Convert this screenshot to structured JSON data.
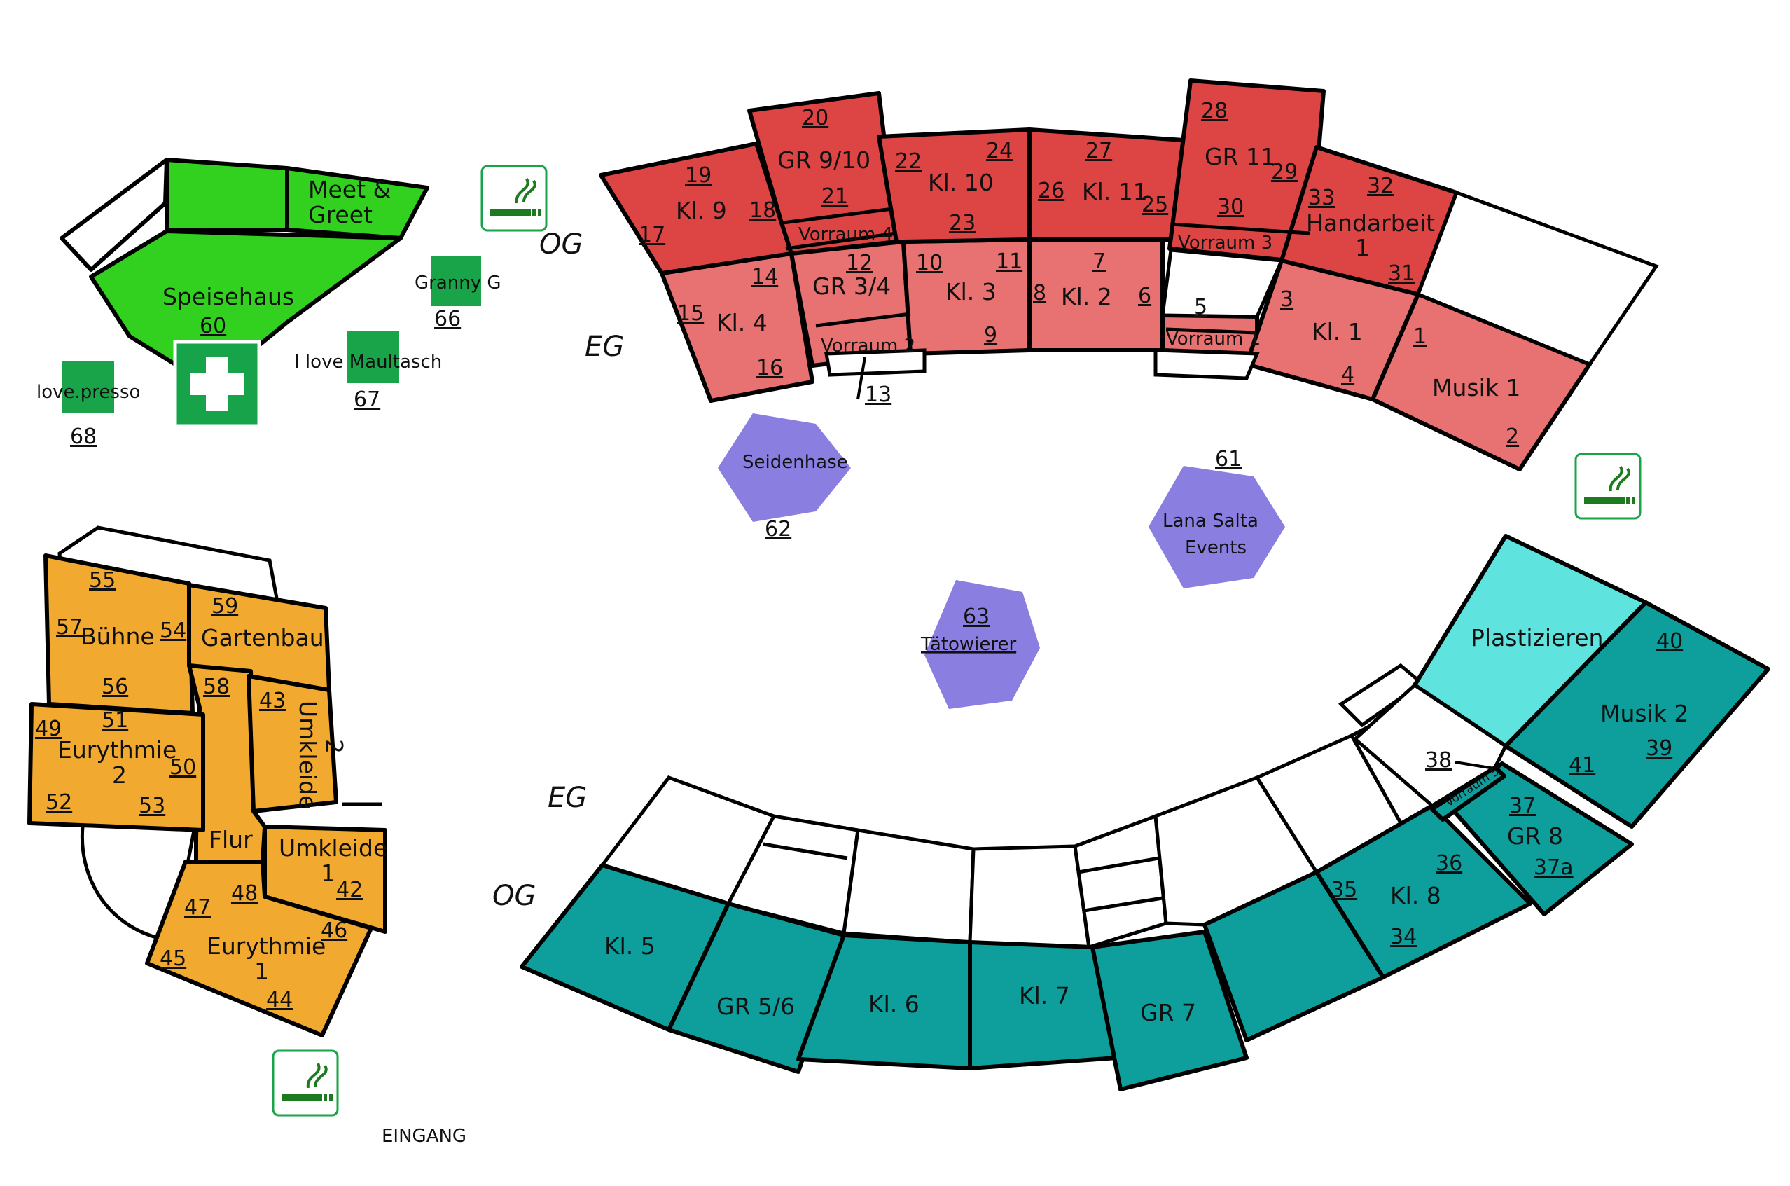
{
  "colors": {
    "red_og": "#dd4545",
    "red_eg": "#e87272",
    "teal": "#0e9e9b",
    "cyan": "#5ee3de",
    "orange": "#f2a930",
    "green": "#33d11f",
    "shop": "#1aa44a",
    "hex": "#8a7ee0",
    "firstaid": "#16a34a"
  },
  "icons": {
    "smoking": "smoking-area-icon",
    "firstaid": "first-aid-icon"
  },
  "floors": {
    "og_top": "OG",
    "eg_top": "EG",
    "eg_bottom": "EG",
    "og_bottom": "OG"
  },
  "entrance": "EINGANG",
  "top_building": {
    "rooms": {
      "r17": "17",
      "r18": "18",
      "r19": "19",
      "kl9": "Kl. 9",
      "r20": "20",
      "r21": "21",
      "gr910": "GR 9/10",
      "vorraum4": "Vorraum 4",
      "r22": "22",
      "r23": "23",
      "r24": "24",
      "kl10": "Kl. 10",
      "r25": "25",
      "r26": "26",
      "r27": "27",
      "kl11": "Kl. 11",
      "r28": "28",
      "r29": "29",
      "r30": "30",
      "gr11": "GR 11",
      "vorraum3": "Vorraum 3",
      "r31": "31",
      "r32": "32",
      "r33": "33",
      "handarbeit_1": "Handarbeit",
      "handarbeit_2": "1",
      "r14": "14",
      "r15": "15",
      "r16": "16",
      "kl4": "Kl. 4",
      "r12": "12",
      "gr34": "GR 3/4",
      "vorraum2": "Vorraum 2",
      "r13": "13",
      "r10": "10",
      "r11": "11",
      "r9": "9",
      "kl3": "Kl. 3",
      "r7": "7",
      "r8": "8",
      "r6": "6",
      "kl2": "Kl. 2",
      "r5": "5",
      "vorraum1": "Vorraum 1",
      "r3": "3",
      "r4": "4",
      "kl1": "Kl. 1",
      "r1": "1",
      "r2": "2",
      "musik1": "Musik 1"
    }
  },
  "left_top": {
    "meet_1": "Meet &",
    "meet_2": "Greet",
    "speisehaus": "Speisehaus",
    "r60": "60",
    "granny": "Granny G",
    "r66": "66",
    "maultasch": "I love Maultasch",
    "r67": "67",
    "lovepresso": "love.presso",
    "r68": "68"
  },
  "hexes": {
    "seidenhase": "Seidenhase",
    "r62": "62",
    "lana_1": "Lana Salta",
    "lana_2": "Events",
    "r61": "61",
    "r63": "63",
    "taetowierer": "Tätowierer"
  },
  "left_bottom": {
    "r55": "55",
    "r57": "57",
    "buehne": "Bühne",
    "r54": "54",
    "r56": "56",
    "r59": "59",
    "gartenbau": "Gartenbau",
    "r58": "58",
    "flur": "Flur",
    "r43": "43",
    "umkleide2_1": "Umkleide",
    "umkleide2_2": "2",
    "r49": "49",
    "r51": "51",
    "eury2_1": "Eurythmie",
    "eury2_2": "2",
    "r50": "50",
    "r52": "52",
    "r53": "53",
    "umkleide1_1": "Umkleide",
    "umkleide1_2": "1",
    "r42": "42",
    "r47": "47",
    "r48": "48",
    "r46": "46",
    "r45": "45",
    "eury1_1": "Eurythmie",
    "eury1_2": "1",
    "r44": "44"
  },
  "bottom_building": {
    "kl5": "Kl. 5",
    "gr56": "GR 5/6",
    "kl6": "Kl. 6",
    "kl7": "Kl. 7",
    "gr7": "GR 7",
    "r35": "35",
    "r36": "36",
    "r34": "34",
    "kl8": "Kl. 8",
    "r37": "37",
    "gr8": "GR 8",
    "r37a": "37a",
    "r38": "38",
    "vorraum5": "Vorraum 5",
    "plastizieren": "Plastizieren",
    "r40": "40",
    "musik2": "Musik 2",
    "r41": "41",
    "r39": "39"
  }
}
